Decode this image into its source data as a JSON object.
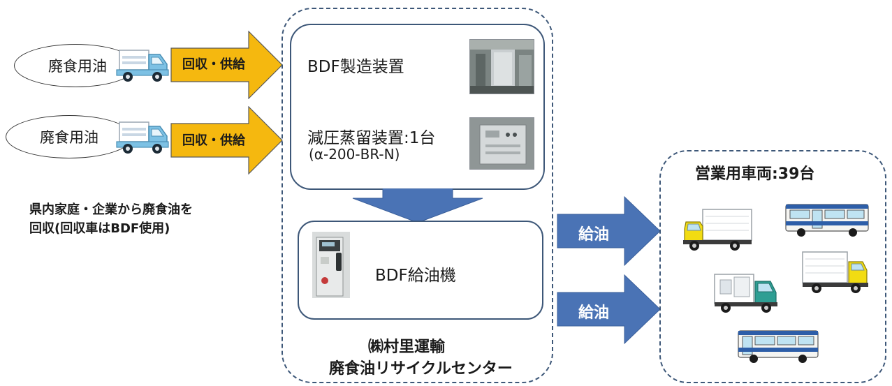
{
  "sources": [
    {
      "label": "廃食用油",
      "arrow_label": "回収・供給"
    },
    {
      "label": "廃食用油",
      "arrow_label": "回収・供給"
    }
  ],
  "collection_note": {
    "line1": "県内家庭・企業から廃食油を",
    "line2": "回収(回収車はBDF使用)"
  },
  "center": {
    "bdf_production": "BDF製造装置",
    "vacuum_distill": "減圧蒸留装置:1台",
    "vacuum_model": "(α-200-BR-N)",
    "dispenser": "BDF給油機",
    "company": "㈱村里運輸",
    "facility": "廃食油リサイクルセンター"
  },
  "supply_arrows": [
    "給油",
    "給油"
  ],
  "fleet": {
    "title": "営業用車両:39台"
  },
  "colors": {
    "orange": "#f5b80f",
    "blue": "#4a73b5",
    "border": "#3d5778",
    "truck_yellow": "#f2dc12",
    "bus_blue": "#2d5ea8"
  }
}
